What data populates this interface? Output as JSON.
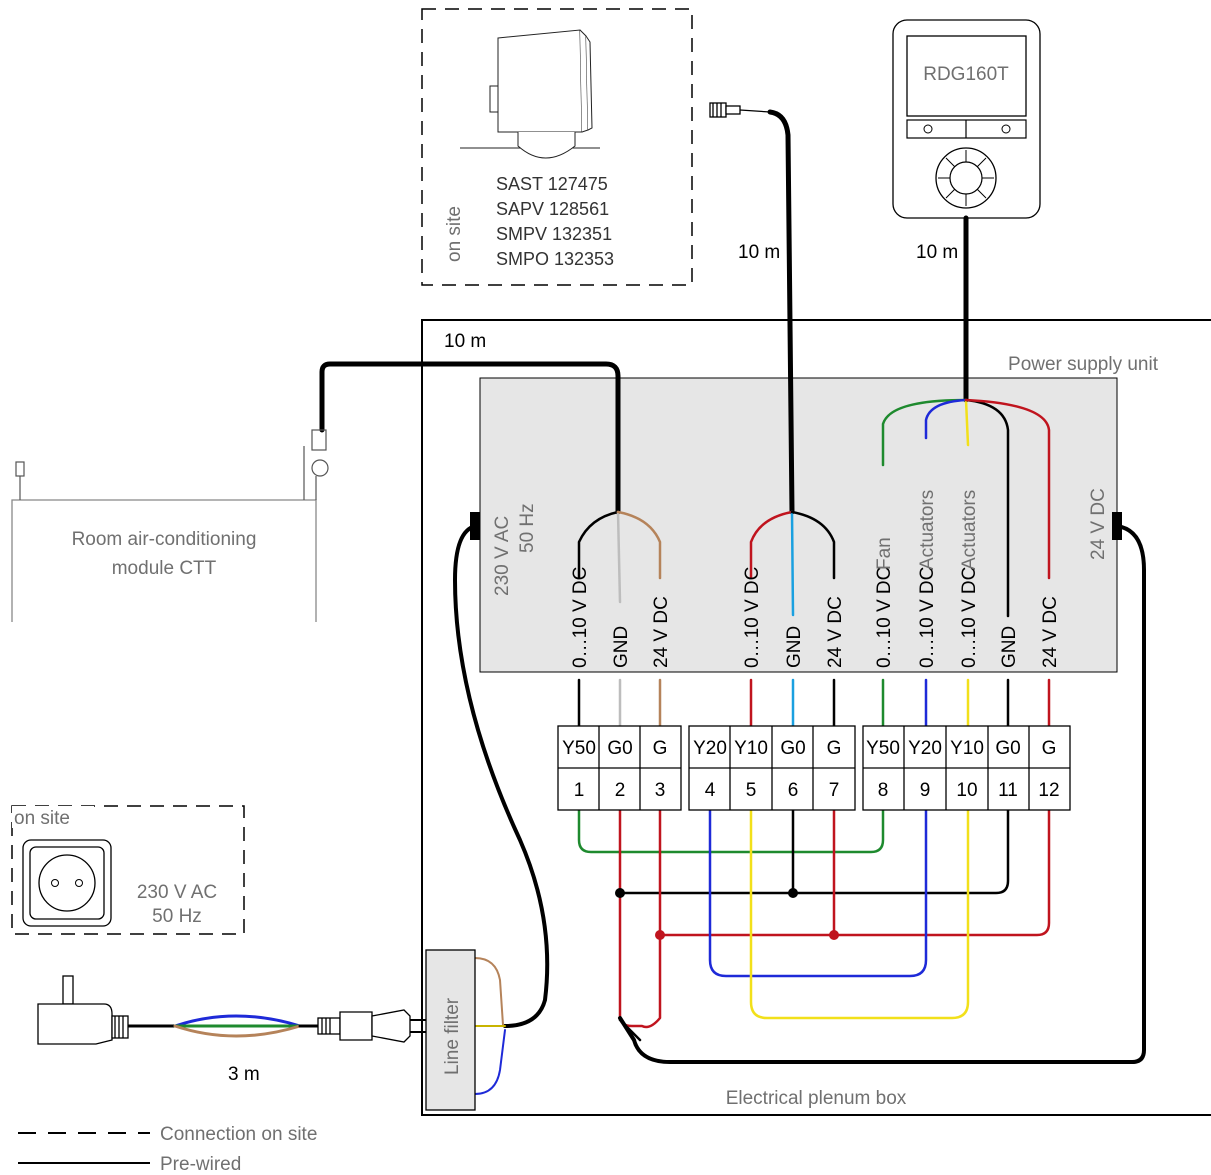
{
  "sensor_box": {
    "side_label": "on site",
    "models": [
      "SAST 127475",
      "SAPV 128561",
      "SMPV 132351",
      "SMPO 132353"
    ]
  },
  "thermostat": {
    "model": "RDG160T"
  },
  "cables": {
    "sensor_length": "10 m",
    "thermostat_length": "10 m",
    "module_length": "10 m",
    "plug_length": "3 m"
  },
  "plenum_box": {
    "label": "Electrical plenum box",
    "psu_label": "Power supply unit",
    "input_label_line1": "230 V AC",
    "input_label_line2": "50 Hz",
    "output_label": "24 V DC",
    "line_filter": "Line filter"
  },
  "module": {
    "line1": "Room air-conditioning",
    "line2": "module CTT"
  },
  "socket_box": {
    "side_label": "on site",
    "voltage": "230 V AC",
    "freq": "50 Hz"
  },
  "terminal_signals": [
    "0…10 V DC",
    "GND",
    "24 V DC",
    "0…10 V DC",
    "GND",
    "24 V DC",
    "0…10 V DC",
    "0…10 V DC",
    "0…10 V DC",
    "GND",
    "24 V DC"
  ],
  "terminal_sub": {
    "fan": "Fan",
    "act1": "Actuators",
    "act2": "Actuators"
  },
  "terminals": {
    "groupA": {
      "codes": [
        "Y50",
        "G0",
        "G"
      ],
      "nums": [
        "1",
        "2",
        "3"
      ]
    },
    "groupB": {
      "codes": [
        "Y20",
        "Y10",
        "G0",
        "G"
      ],
      "nums": [
        "4",
        "5",
        "6",
        "7"
      ]
    },
    "groupC": {
      "codes": [
        "Y50",
        "Y20",
        "Y10",
        "G0",
        "G"
      ],
      "nums": [
        "8",
        "9",
        "10",
        "11",
        "12"
      ]
    }
  },
  "legend": [
    {
      "style": "dashed",
      "label": "Connection on site"
    },
    {
      "style": "solid",
      "label": "Pre-wired"
    }
  ],
  "colors": {
    "black": "#000000",
    "grey": "#bdbdbd",
    "brown": "#b5835a",
    "red": "#c0141e",
    "blue": "#1e2ad8",
    "lightblue": "#1aa0e0",
    "green": "#1e8a2e",
    "yellow": "#f2e01a",
    "panel": "#e6e6e6"
  }
}
